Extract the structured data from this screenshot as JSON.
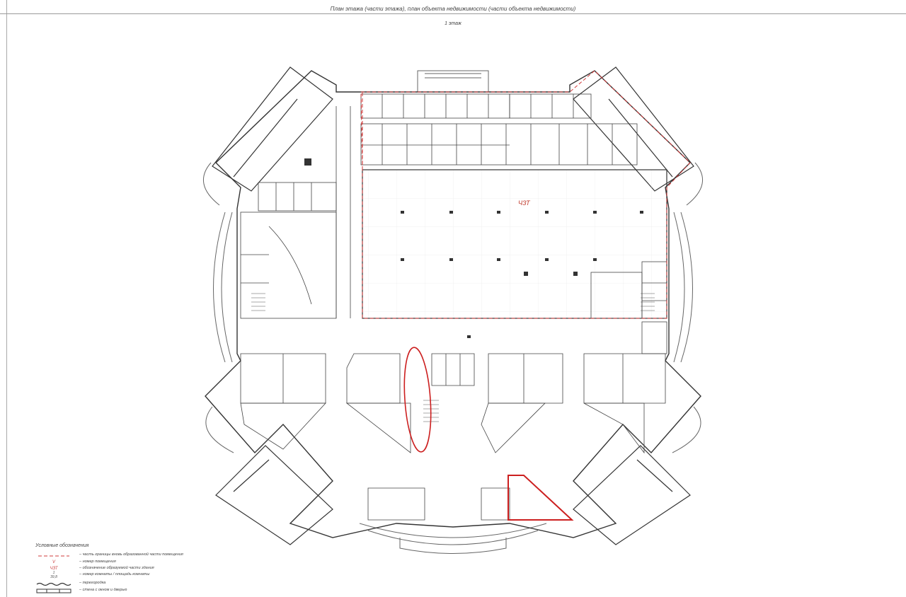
{
  "header": {
    "title": "План этажа (части этажа), план объекта недвижимости (части объекта недвижимости)"
  },
  "floor": {
    "label": "1 этаж"
  },
  "plan": {
    "unit_label": "ЧЗТ",
    "colors": {
      "wall": "#333333",
      "boundary": "#d23b3b",
      "highlight": "#cc1f1f",
      "grid": "#9a9a9a"
    }
  },
  "legend": {
    "title": "Условные обозначения",
    "items": [
      {
        "symbol": "dashed-red-line",
        "description": "– часть границы вновь образованной части помещения"
      },
      {
        "symbol_text": "V",
        "description": "– номер помещения"
      },
      {
        "symbol_text": "ЧЗТ",
        "description": "– обозначение образуемой части здания"
      },
      {
        "symbol_text": "1",
        "symbol_text2": "39,8",
        "description": "– номер комнаты / площадь комнаты"
      },
      {
        "symbol": "partition-line",
        "description": "– перегородка"
      },
      {
        "symbol": "wall-line",
        "description": "– стена с окном и дверью"
      }
    ]
  }
}
